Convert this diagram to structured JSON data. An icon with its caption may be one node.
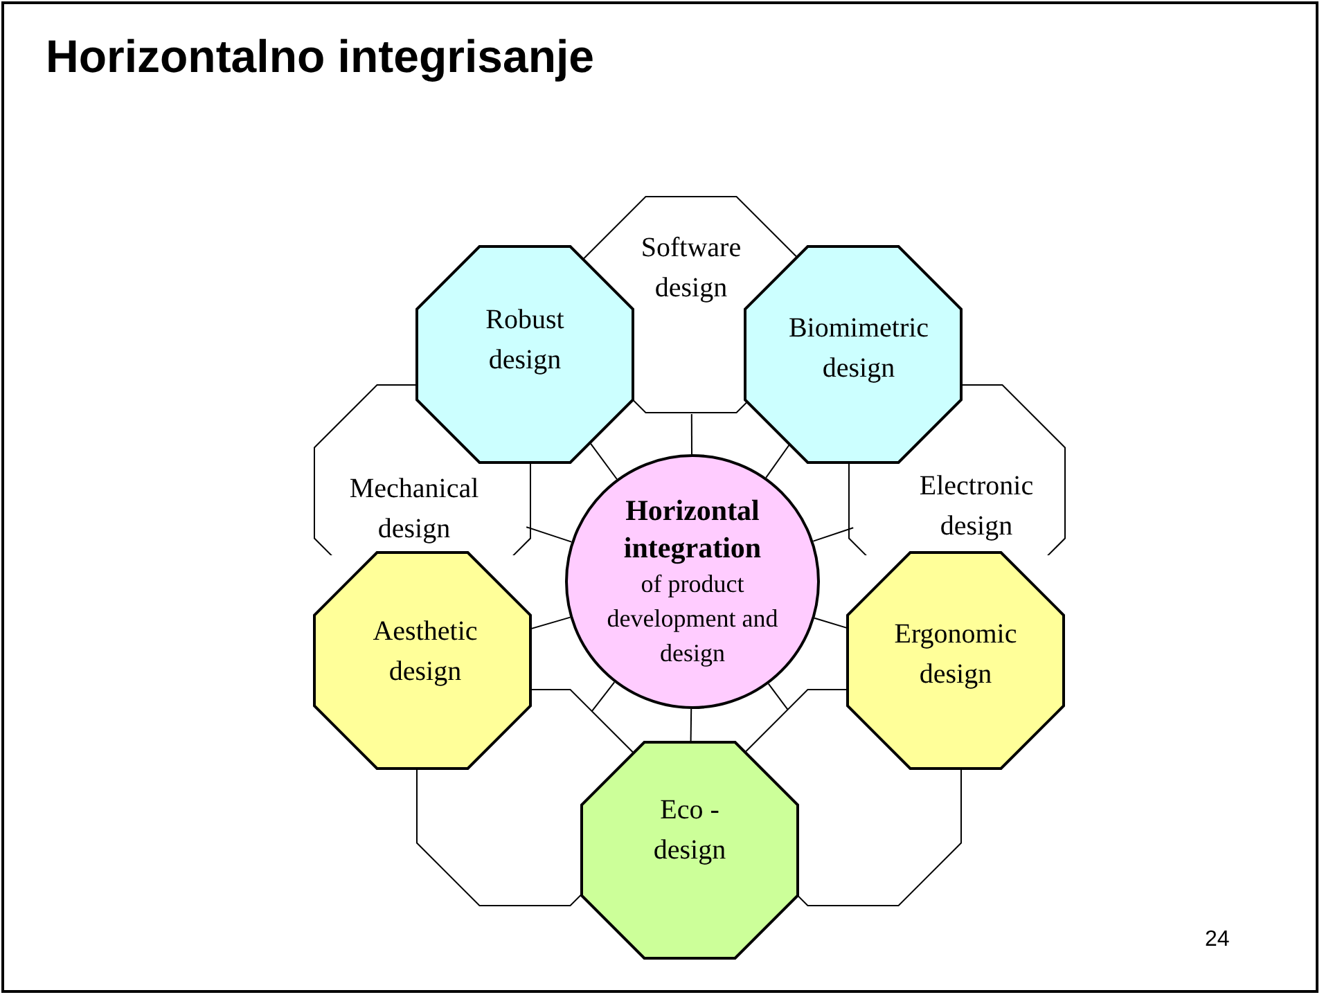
{
  "diagram": {
    "title": "Horizontalno integrisanje",
    "nodes": [
      {
        "text": [
          "Software design"
        ]
      },
      {
        "text": [
          "Robust design"
        ]
      },
      {
        "text": [
          "Biomimetric design"
        ]
      },
      {
        "text": [
          "Mechanical design"
        ]
      },
      {
        "text": [
          "Horizontal integration",
          "of product development and design"
        ]
      },
      {
        "text": [
          "Electronic design"
        ]
      },
      {
        "text": [
          "Aesthetic design"
        ]
      },
      {
        "text": [
          "Ergonomic design"
        ]
      },
      {
        "text": [],
        "shape": "octagon"
      },
      {
        "text": [
          "Eco - design"
        ]
      },
      {
        "text": [],
        "shape": "octagon"
      }
    ],
    "edges": [
      {
        "from": 4,
        "to": 0,
        "arrow": "none"
      },
      {
        "from": 4,
        "to": 1,
        "arrow": "none"
      },
      {
        "from": 4,
        "to": 2,
        "arrow": "none"
      },
      {
        "from": 4,
        "to": 3,
        "arrow": "none"
      },
      {
        "from": 4,
        "to": 5,
        "arrow": "none"
      },
      {
        "from": 4,
        "to": 6,
        "arrow": "none"
      },
      {
        "from": 4,
        "to": 7,
        "arrow": "none"
      },
      {
        "from": 4,
        "to": 8,
        "arrow": "none"
      },
      {
        "from": 4,
        "to": 9,
        "arrow": "none"
      },
      {
        "from": 4,
        "to": 10,
        "arrow": "none"
      }
    ],
    "labels": [
      "24"
    ]
  }
}
